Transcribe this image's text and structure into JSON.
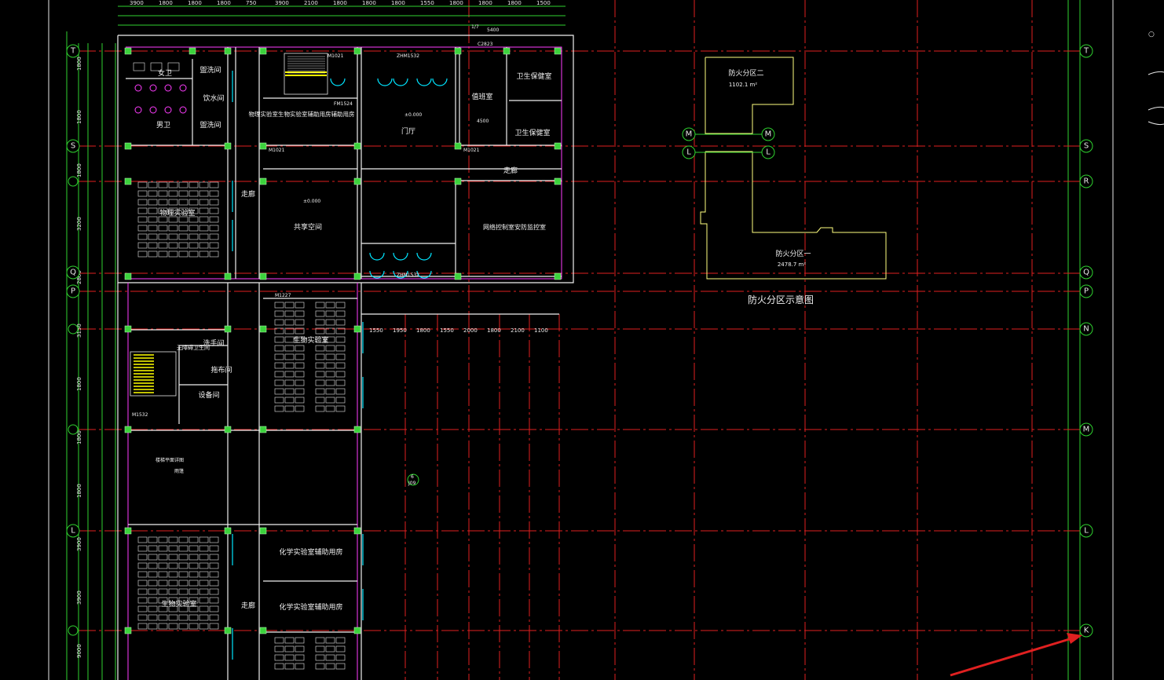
{
  "drawing": {
    "colors": {
      "grid": "#e02020",
      "dim": "#2fd22f",
      "wall": "#f0f0f0",
      "zone": "#ffff80",
      "window": "#00e5ff",
      "arrow": "#e02020"
    },
    "axis_right": [
      "T",
      "S",
      "R",
      "Q",
      "P",
      "N",
      "M",
      "L",
      "K"
    ],
    "axis_left": [
      "T",
      "S",
      "Q",
      "P",
      "L"
    ],
    "axis_mid_bubbles": [
      "M",
      "L",
      "M",
      "L"
    ],
    "rooms": [
      {
        "id": "womens-wc",
        "label": "女卫"
      },
      {
        "id": "mens-wc",
        "label": "男卫"
      },
      {
        "id": "cleaning-1",
        "label": "盥洗间"
      },
      {
        "id": "water-room",
        "label": "饮水间"
      },
      {
        "id": "cleaning-2",
        "label": "盥洗间"
      },
      {
        "id": "physics-lab",
        "label": "物理实验室"
      },
      {
        "id": "lab-aux",
        "label": "物理实验室生物实验室辅助用房辅助用房"
      },
      {
        "id": "lobby",
        "label": "门厅"
      },
      {
        "id": "duty-room",
        "label": "值班室"
      },
      {
        "id": "health-room",
        "label": "卫生保健室"
      },
      {
        "id": "health-room-2",
        "label": "卫生保健室"
      },
      {
        "id": "corridor-top",
        "label": "走廊"
      },
      {
        "id": "corridor-left",
        "label": "走廊"
      },
      {
        "id": "shared-space",
        "label": "共享空间"
      },
      {
        "id": "network-room",
        "label": "网络控制室安防监控室"
      },
      {
        "id": "bio-lab",
        "label": "生物实验室"
      },
      {
        "id": "wash-room",
        "label": "洗手间"
      },
      {
        "id": "disabled-wc",
        "label": "无障碍卫生间"
      },
      {
        "id": "mop-room",
        "label": "拖布间"
      },
      {
        "id": "equip-room",
        "label": "设备间"
      },
      {
        "id": "chem-aux-1",
        "label": "化学实验室辅助用房"
      },
      {
        "id": "chem-aux-2",
        "label": "化学实验室辅助用房"
      },
      {
        "id": "bio-lab-2",
        "label": "生物实验室"
      },
      {
        "id": "corridor-lower",
        "label": "走廊"
      }
    ],
    "fire_zones": {
      "zone2_name": "防火分区二",
      "zone2_area": "1102.1 m²",
      "zone1_name": "防火分区一",
      "zone1_area": "2478.7 m²",
      "caption": "防火分区示意图"
    },
    "dims_top": [
      "3900",
      "1800",
      "1800",
      "1800",
      "750",
      "3900",
      "2100",
      "1800",
      "1800",
      "1800",
      "1550",
      "1800",
      "1800",
      "1800",
      "1500"
    ],
    "dims_mid": [
      "1550",
      "1950",
      "1800",
      "1550",
      "2000",
      "1800",
      "2100",
      "1100"
    ],
    "dims_left": [
      "1800",
      "1800",
      "1800",
      "3200",
      "2800",
      "3150",
      "1800",
      "1800",
      "1800",
      "3900",
      "3900",
      "9000"
    ],
    "labels": {
      "door_codes": [
        "M1021",
        "M1227",
        "M1532",
        "FM1524",
        "C2823",
        "ZHM1532"
      ],
      "elev_lobby": "±0.000",
      "elev_shared": "±0.000",
      "stair_note": "楼梯平面详图",
      "canopy_note": "雨篷",
      "detail_ref": "6",
      "detail_sheet": "J09",
      "misc_1": "5400",
      "misc_2": "4500",
      "misc_3": "1/7"
    }
  }
}
